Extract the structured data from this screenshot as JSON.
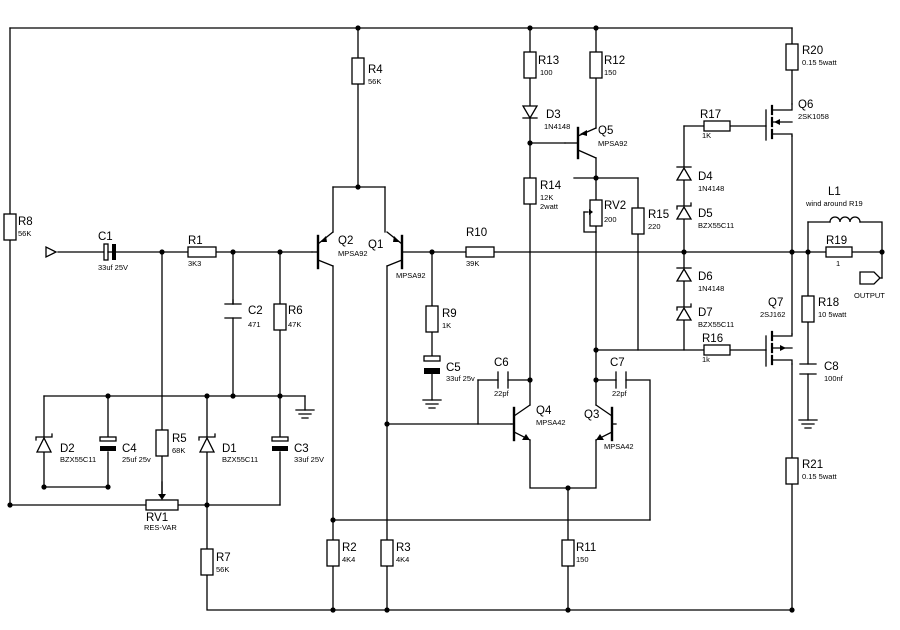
{
  "components": {
    "R1": {
      "ref": "R1",
      "value": "3K3"
    },
    "R2": {
      "ref": "R2",
      "value": "4K4"
    },
    "R3": {
      "ref": "R3",
      "value": "4K4"
    },
    "R4": {
      "ref": "R4",
      "value": "56K"
    },
    "R5": {
      "ref": "R5",
      "value": "68K"
    },
    "R6": {
      "ref": "R6",
      "value": "47K"
    },
    "R7": {
      "ref": "R7",
      "value": "56K"
    },
    "R8": {
      "ref": "R8",
      "value": "56K"
    },
    "R9": {
      "ref": "R9",
      "value": "1K"
    },
    "R10": {
      "ref": "R10",
      "value": "39K"
    },
    "R11": {
      "ref": "R11",
      "value": "150"
    },
    "R12": {
      "ref": "R12",
      "value": "150"
    },
    "R13": {
      "ref": "R13",
      "value": "100"
    },
    "R14": {
      "ref": "R14",
      "value": "12K",
      "value2": "2watt"
    },
    "R15": {
      "ref": "R15",
      "value": "220"
    },
    "R16": {
      "ref": "R16",
      "value": "1k"
    },
    "R17": {
      "ref": "R17",
      "value": "1K"
    },
    "R18": {
      "ref": "R18",
      "value": "10 5watt"
    },
    "R19": {
      "ref": "R19",
      "value": "1"
    },
    "R20": {
      "ref": "R20",
      "value": "0.15 5watt"
    },
    "R21": {
      "ref": "R21",
      "value": "0.15 5watt"
    },
    "RV1": {
      "ref": "RV1",
      "value": "RES-VAR"
    },
    "RV2": {
      "ref": "RV2",
      "value": "200"
    },
    "C1": {
      "ref": "C1",
      "value": "33uf 25V"
    },
    "C2": {
      "ref": "C2",
      "value": "471"
    },
    "C3": {
      "ref": "C3",
      "value": "33uf 25V"
    },
    "C4": {
      "ref": "C4",
      "value": "25uf 25v"
    },
    "C5": {
      "ref": "C5",
      "value": "33uf 25v"
    },
    "C6": {
      "ref": "C6",
      "value": "22pf"
    },
    "C7": {
      "ref": "C7",
      "value": "22pf"
    },
    "C8": {
      "ref": "C8",
      "value": "100nf"
    },
    "D1": {
      "ref": "D1",
      "value": "BZX55C11"
    },
    "D2": {
      "ref": "D2",
      "value": "BZX55C11"
    },
    "D3": {
      "ref": "D3",
      "value": "1N4148"
    },
    "D4": {
      "ref": "D4",
      "value": "1N4148"
    },
    "D5": {
      "ref": "D5",
      "value": "BZX55C11"
    },
    "D6": {
      "ref": "D6",
      "value": "1N4148"
    },
    "D7": {
      "ref": "D7",
      "value": "BZX55C11"
    },
    "Q1": {
      "ref": "Q1",
      "value": "MPSA92"
    },
    "Q2": {
      "ref": "Q2",
      "value": "MPSA92"
    },
    "Q3": {
      "ref": "Q3",
      "value": "MPSA42"
    },
    "Q4": {
      "ref": "Q4",
      "value": "MPSA42"
    },
    "Q5": {
      "ref": "Q5",
      "value": "MPSA92"
    },
    "Q6": {
      "ref": "Q6",
      "value": "2SK1058"
    },
    "Q7": {
      "ref": "Q7",
      "value": "2SJ162"
    },
    "L1": {
      "ref": "L1",
      "value": "wind around R19"
    }
  },
  "output_label": "OUTPUT"
}
